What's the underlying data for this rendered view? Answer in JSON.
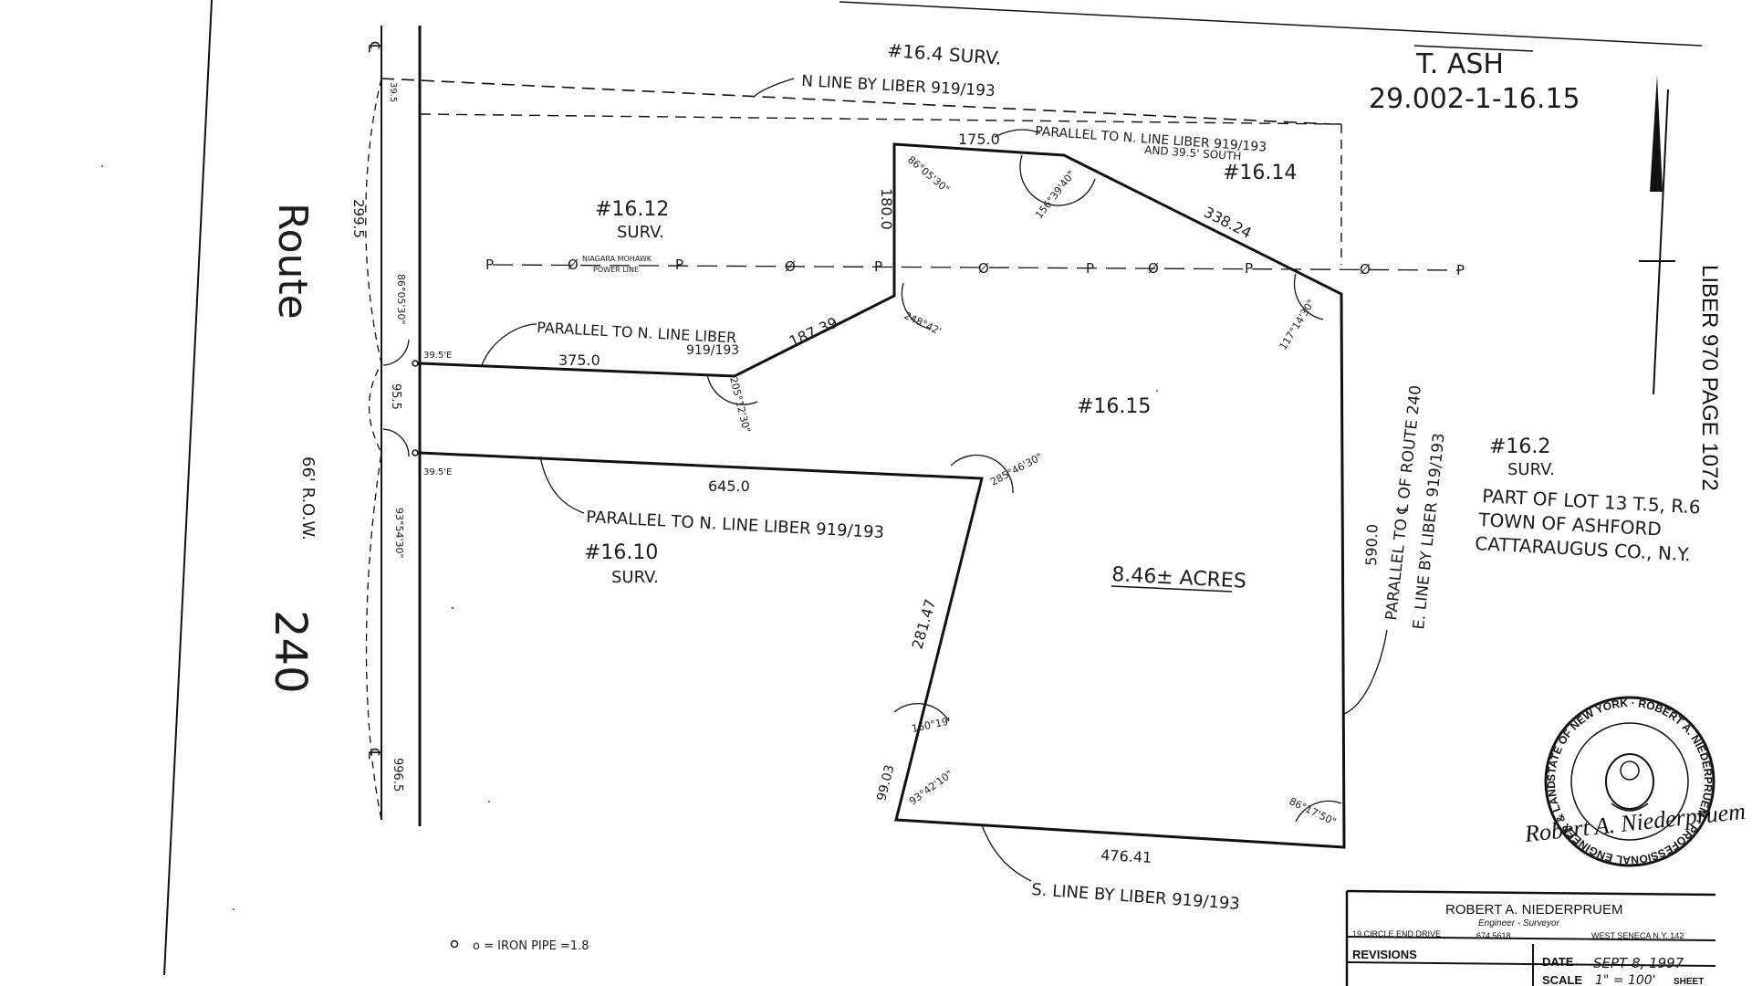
{
  "tax_map": {
    "owner": "T. ASH",
    "parcel": "29.002-1-16.15"
  },
  "road": {
    "name_1": "Route",
    "name_2": "240",
    "row": "66' R.O.W."
  },
  "side_margin": {
    "liber": "LIBER 970 PAGE 1072"
  },
  "parcels": {
    "subject": "#16.15",
    "north": "#16.4 SURV.",
    "northeast": "#16.14",
    "northwest": "#16.12",
    "northwest_sub": "SURV.",
    "southwest": "#16.10",
    "southwest_sub": "SURV.",
    "east": "#16.2",
    "east_sub": "SURV."
  },
  "area": "8.46± ACRES",
  "lines": {
    "n_line": "N LINE BY LIBER 919/193",
    "parallel_ne_1": "PARALLEL TO N. LINE LIBER 919/193",
    "parallel_ne_2": "AND 39.5' SOUTH",
    "parallel_w_1": "PARALLEL TO N. LINE LIBER",
    "parallel_w_2": "919/193",
    "parallel_sw": "PARALLEL TO N. LINE LIBER 919/193",
    "parallel_route": "PARALLEL TO ℄ OF ROUTE 240",
    "e_line": "E. LINE BY LIBER 919/193",
    "s_line": "S. LINE BY LIBER 919/193",
    "power_1": "NIAGARA MOHAWK",
    "power_2": "POWER LINE"
  },
  "distances": {
    "north_top": "175.0",
    "ne_diag": "338.24",
    "west_vert": "180.0",
    "jog": "187.39",
    "west_strip": "375.0",
    "south_strip": "645.0",
    "sw_diag": "281.47",
    "sw_short": "99.03",
    "south": "476.41",
    "east": "590.0",
    "route_1": "299.5",
    "route_2": "95.5",
    "route_3": "996.5",
    "corner_top": "39.5",
    "offset_1": "39.5'E",
    "offset_2": "39.5'E"
  },
  "angles": {
    "a1": "86°05'30\"",
    "a2": "156°39'40\"",
    "a3": "117°14'30\"",
    "a4": "248°42'",
    "a5": "205°12'30\"",
    "a6": "285°46'30\"",
    "a7": "160°19'",
    "a8": "93°42'10\"",
    "a9": "86°17'50\"",
    "a10": "86°05'30\"",
    "a11": "93°54'30\""
  },
  "location": {
    "line1": "PART OF LOT 13 T.5, R.6",
    "line2": "TOWN OF ASHFORD",
    "line3": "CATTARAUGUS CO., N.Y."
  },
  "seal": {
    "text": "STATE OF NEW YORK · ROBERT A. NIEDERPRUEM · PROFESSIONAL ENGINEER & LAND SURVEYOR",
    "signature": "Robert A. Niederpruem"
  },
  "legend": {
    "text": "o = IRON PIPE =1.8"
  },
  "title_block": {
    "name": "ROBERT A. NIEDERPRUEM",
    "role": "Engineer - Surveyor",
    "address": "19 CIRCLE END DRIVE",
    "phone": "674 5618",
    "city": "WEST SENECA N.Y. 142",
    "revisions": "REVISIONS",
    "date_label": "DATE",
    "date_value": "SEPT 8, 1997",
    "scale_label": "SCALE",
    "scale_value": "1\" = 100'",
    "sheet_label": "SHEET"
  },
  "colors": {
    "ink": "#111111",
    "paper": "#ffffff"
  }
}
